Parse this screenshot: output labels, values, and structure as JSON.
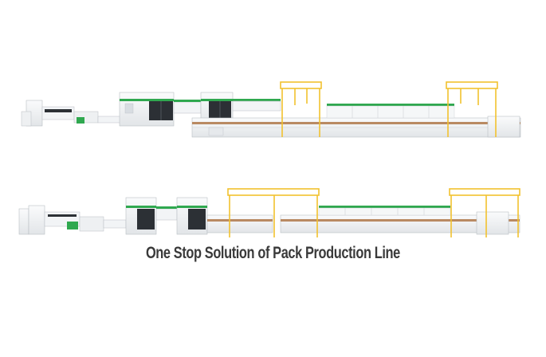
{
  "image": {
    "caption": "One Stop Solution of Pack Production Line",
    "subjects": [
      "production-line-top",
      "production-line-bottom"
    ],
    "colors": {
      "background": "#ffffff",
      "machine_body": "#f1f3f5",
      "machine_outline": "#b9bec4",
      "accent_green": "#2fa84f",
      "gantry_yellow": "#f2c12e",
      "conveyor_brown": "#b98a63",
      "glass_dark": "#2c3035",
      "caption_text": "#3a3a3a"
    }
  }
}
